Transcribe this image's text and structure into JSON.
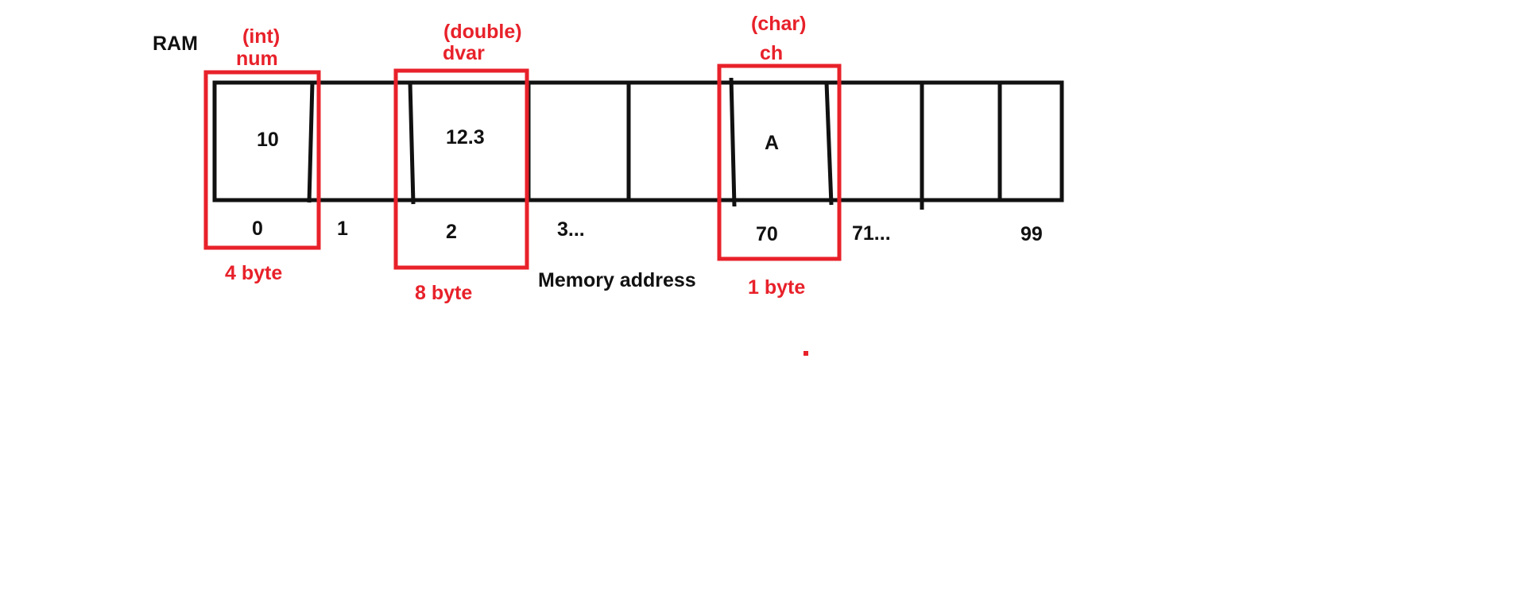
{
  "ram_label": "RAM",
  "memory_address_label": "Memory address",
  "cells": [
    {
      "value": "10"
    },
    {
      "value": "12.3"
    },
    {
      "value": "A"
    }
  ],
  "addresses": [
    "0",
    "1",
    "2",
    "3...",
    "70",
    "71...",
    "99"
  ],
  "variables": [
    {
      "type": "(int)",
      "name": "num",
      "size": "4 byte"
    },
    {
      "type": "(double)",
      "name": "dvar",
      "size": "8 byte"
    },
    {
      "type": "(char)",
      "name": "ch",
      "size": "1 byte"
    }
  ],
  "colors": {
    "highlight": "#e8212a",
    "ink": "#111111"
  }
}
